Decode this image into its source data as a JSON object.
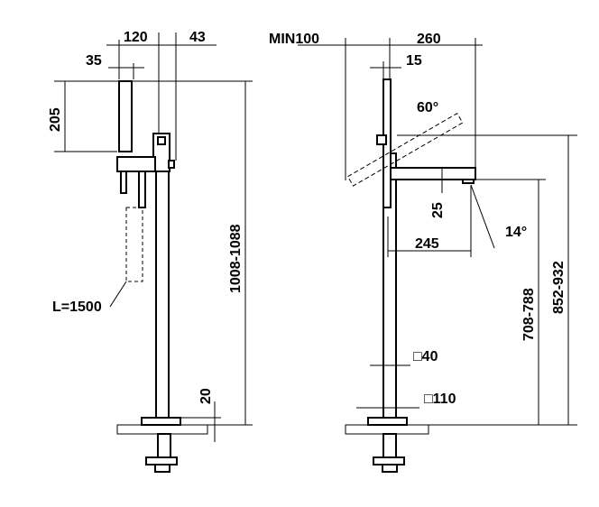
{
  "left_view": {
    "dim_120": "120",
    "dim_43": "43",
    "dim_35": "35",
    "dim_205": "205",
    "hose_length": "L=1500",
    "dim_height": "1008-1088",
    "dim_20": "20"
  },
  "right_view": {
    "dim_min100": "MIN100",
    "dim_260": "260",
    "dim_15": "15",
    "angle_60": "60°",
    "dim_25": "25",
    "angle_14": "14°",
    "dim_245": "245",
    "dim_spout_height": "708-788",
    "dim_handle_height": "852-932",
    "square_40": "□40",
    "square_110": "□110"
  }
}
